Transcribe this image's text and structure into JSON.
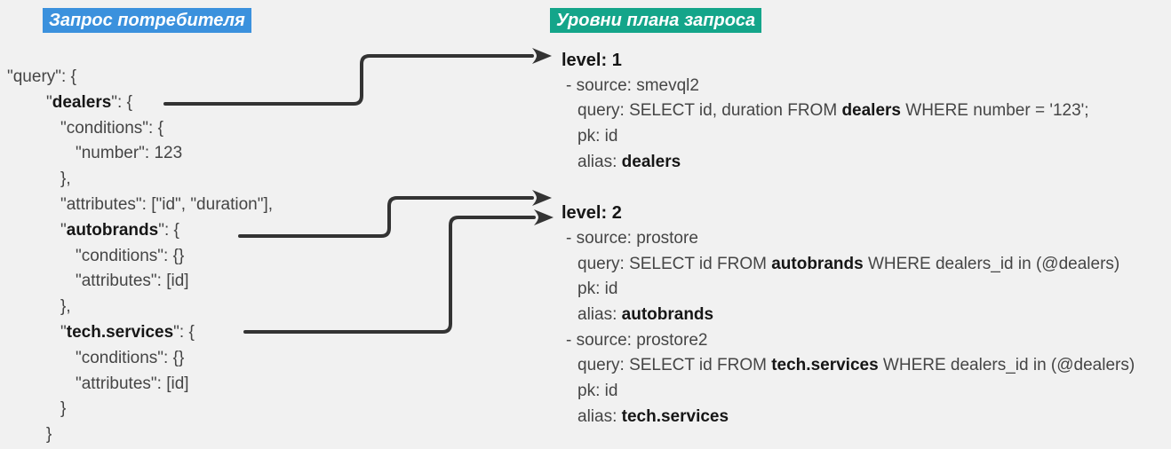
{
  "colors": {
    "background": "#f1f1f1",
    "left_title_highlight": "#3b91dd",
    "right_title_highlight": "#14a58a",
    "text": "#454545",
    "bold_text": "#161616",
    "arrow": "#333333"
  },
  "left_panel": {
    "title": "Запрос потребителя",
    "lines": [
      {
        "indent": 0,
        "parts": [
          {
            "text": "\"query\": {"
          }
        ]
      },
      {
        "indent": 1,
        "parts": [
          {
            "text": "\""
          },
          {
            "text": "dealers",
            "bold": true
          },
          {
            "text": "\": {"
          }
        ]
      },
      {
        "indent": 2,
        "parts": [
          {
            "text": "\"conditions\": {"
          }
        ]
      },
      {
        "indent": 3,
        "parts": [
          {
            "text": "\"number\": 123"
          }
        ]
      },
      {
        "indent": 2,
        "parts": [
          {
            "text": "},"
          }
        ]
      },
      {
        "indent": 2,
        "parts": [
          {
            "text": "\"attributes\": [\"id\", \"duration\"],"
          }
        ]
      },
      {
        "indent": 2,
        "parts": [
          {
            "text": "\""
          },
          {
            "text": "autobrands",
            "bold": true
          },
          {
            "text": "\": {"
          }
        ]
      },
      {
        "indent": 3,
        "parts": [
          {
            "text": "\"conditions\": {}"
          }
        ]
      },
      {
        "indent": 3,
        "parts": [
          {
            "text": "\"attributes\": [id]"
          }
        ]
      },
      {
        "indent": 2,
        "parts": [
          {
            "text": "},"
          }
        ]
      },
      {
        "indent": 2,
        "parts": [
          {
            "text": "\""
          },
          {
            "text": "tech.services",
            "bold": true
          },
          {
            "text": "\": {"
          }
        ]
      },
      {
        "indent": 3,
        "parts": [
          {
            "text": "\"conditions\": {}"
          }
        ]
      },
      {
        "indent": 3,
        "parts": [
          {
            "text": "\"attributes\": [id]"
          }
        ]
      },
      {
        "indent": 2,
        "parts": [
          {
            "text": "}"
          }
        ]
      },
      {
        "indent": 1,
        "parts": [
          {
            "text": "}"
          }
        ]
      }
    ]
  },
  "right_panel": {
    "title": "Уровни плана запроса",
    "lines": [
      {
        "kind": "heading",
        "parts": [
          {
            "text": "level: 1",
            "bold": true
          }
        ]
      },
      {
        "kind": "dash",
        "parts": [
          {
            "text": "- source: smevql2"
          }
        ]
      },
      {
        "kind": "body",
        "parts": [
          {
            "text": "query: SELECT id, duration FROM "
          },
          {
            "text": "dealers",
            "bold": true
          },
          {
            "text": " WHERE number = '123';"
          }
        ]
      },
      {
        "kind": "body",
        "parts": [
          {
            "text": "pk: id"
          }
        ]
      },
      {
        "kind": "body",
        "parts": [
          {
            "text": "alias: "
          },
          {
            "text": "dealers",
            "bold": true
          }
        ]
      },
      {
        "kind": "blank",
        "parts": []
      },
      {
        "kind": "heading",
        "parts": [
          {
            "text": "level: 2",
            "bold": true
          }
        ]
      },
      {
        "kind": "dash",
        "parts": [
          {
            "text": "- source: prostore"
          }
        ]
      },
      {
        "kind": "body",
        "parts": [
          {
            "text": "query: SELECT id FROM "
          },
          {
            "text": "autobrands",
            "bold": true
          },
          {
            "text": " WHERE dealers_id in (@dealers)"
          }
        ]
      },
      {
        "kind": "body",
        "parts": [
          {
            "text": "pk: id"
          }
        ]
      },
      {
        "kind": "body",
        "parts": [
          {
            "text": "alias: "
          },
          {
            "text": "autobrands",
            "bold": true
          }
        ]
      },
      {
        "kind": "dash",
        "parts": [
          {
            "text": "- source: prostore2"
          }
        ]
      },
      {
        "kind": "body",
        "parts": [
          {
            "text": "query: SELECT id FROM "
          },
          {
            "text": "tech.services",
            "bold": true
          },
          {
            "text": " WHERE dealers_id in (@dealers)"
          }
        ]
      },
      {
        "kind": "body",
        "parts": [
          {
            "text": "pk: id"
          }
        ]
      },
      {
        "kind": "body",
        "parts": [
          {
            "text": "alias: "
          },
          {
            "text": "tech.services",
            "bold": true
          }
        ]
      }
    ]
  },
  "arrows": [
    {
      "name": "arrow-dealers-to-level1",
      "from": "dealers",
      "to": "level: 1"
    },
    {
      "name": "arrow-autobrands-to-level2",
      "from": "autobrands",
      "to": "level: 2"
    },
    {
      "name": "arrow-tech-services-to-level2",
      "from": "tech.services",
      "to": "level: 2"
    }
  ]
}
